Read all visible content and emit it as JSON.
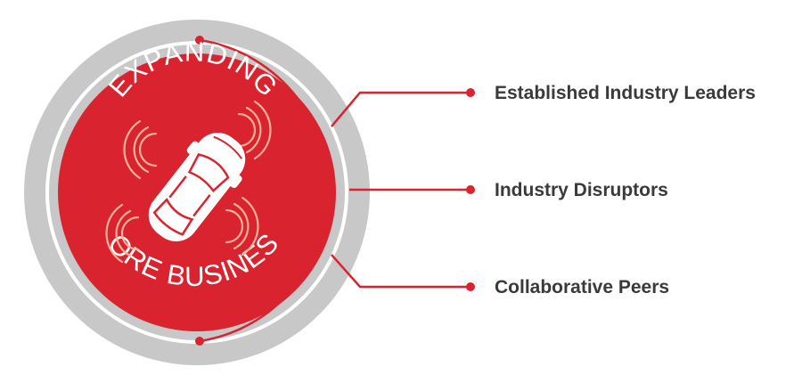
{
  "diagram": {
    "top_arc_text": "EXPANDING",
    "bottom_arc_text": "CORE BUSINESS",
    "icon": "car-with-sensor-waves-icon",
    "items": [
      {
        "label": "Established Industry Leaders"
      },
      {
        "label": "Industry Disruptors"
      },
      {
        "label": "Collaborative Peers"
      }
    ]
  },
  "colors": {
    "accent_red": "#d9232e",
    "outer_ring_gray": "#c8c8c8",
    "sensor_waves": "#f6b39a",
    "label_text": "#3a3a3a",
    "car_fill": "#ffffff"
  }
}
